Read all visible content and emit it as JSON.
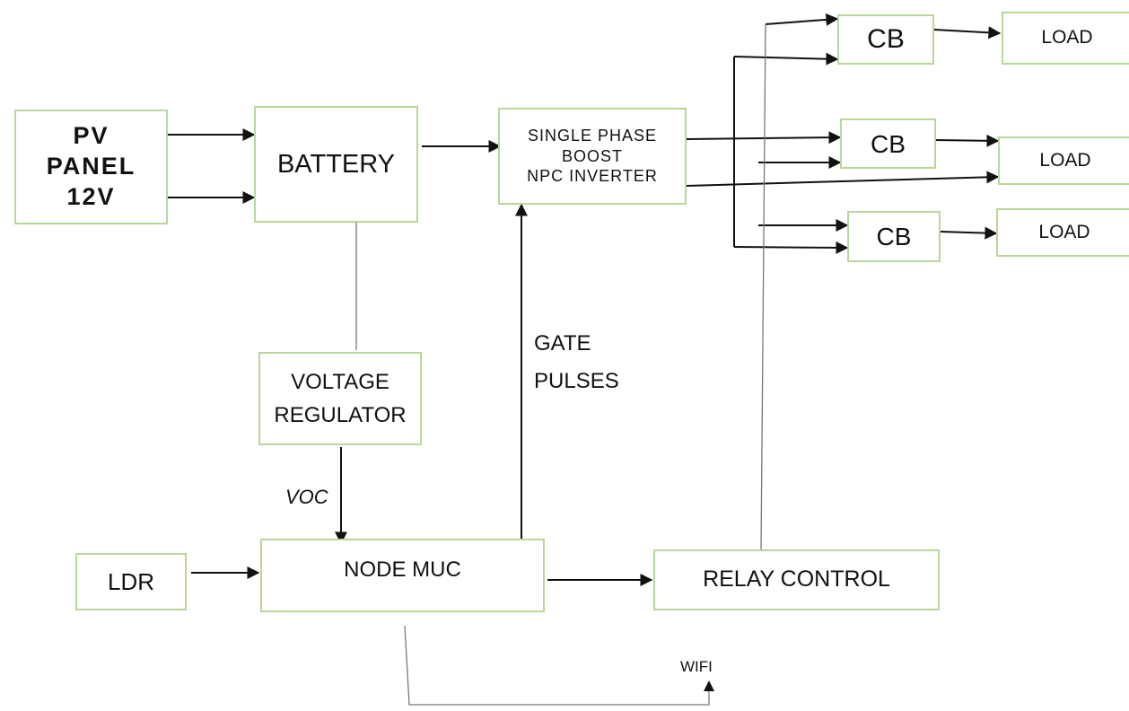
{
  "blocks": {
    "pv_panel": "PV\nPANEL\n12V",
    "battery": "BATTERY",
    "inverter": "SINGLE PHASE\nBOOST\nNPC INVERTER",
    "voltage_regulator": "VOLTAGE\nREGULATOR",
    "ldr": "LDR",
    "node_muc": "NODE MUC",
    "relay_control": "RELAY CONTROL",
    "cb_1": "CB",
    "cb_2": "CB",
    "cb_3": "CB",
    "load_1": "LOAD",
    "load_2": "LOAD",
    "load_3": "LOAD"
  },
  "labels": {
    "gate_pulses": "GATE\nPULSES",
    "voc": "VOC",
    "wifi": "WIFI"
  },
  "colors": {
    "block_border": "#b9d79a",
    "line": "#111111",
    "thin_line": "#777777"
  }
}
